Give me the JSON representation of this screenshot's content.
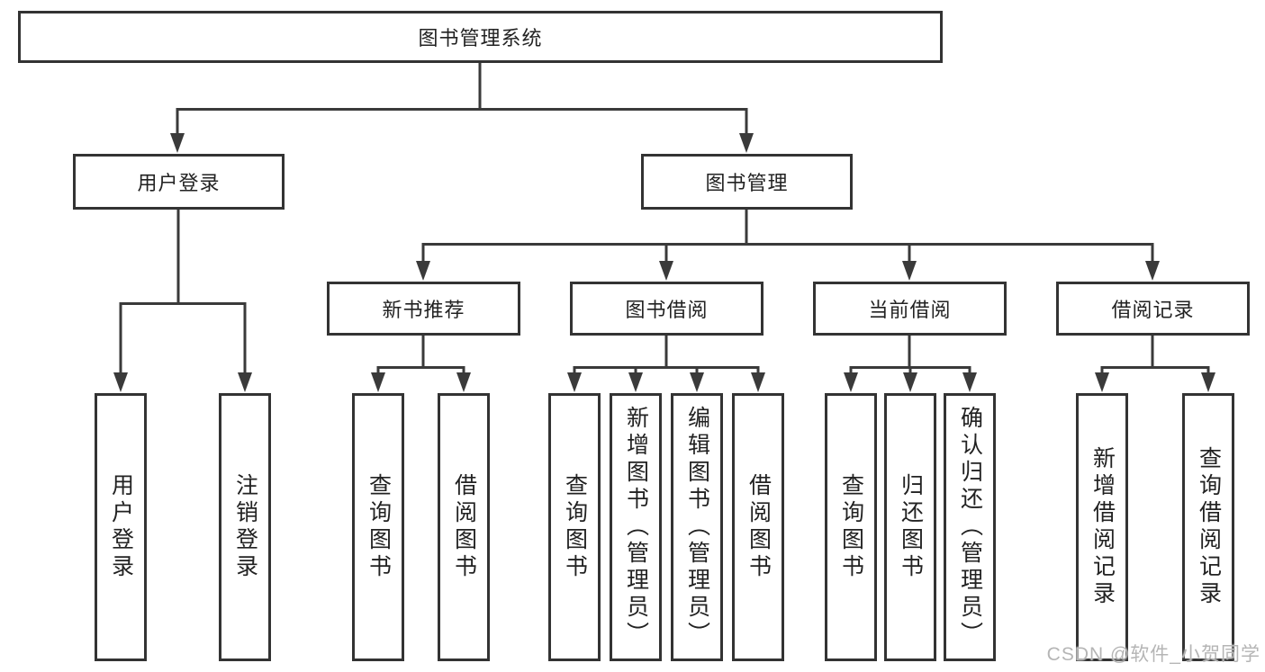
{
  "tree": {
    "root": "图书管理系统",
    "level2": [
      "用户登录",
      "图书管理"
    ],
    "level3": [
      "新书推荐",
      "图书借阅",
      "当前借阅",
      "借阅记录"
    ],
    "leaves_user_login": [
      "用户登录",
      "注销登录"
    ],
    "leaves_new_book": [
      "查询图书",
      "借阅图书"
    ],
    "leaves_book_borrow": [
      "查询图书",
      "新增图书（管理员）",
      "编辑图书（管理员）",
      "借阅图书"
    ],
    "leaves_current_borrow": [
      "查询图书",
      "归还图书",
      "确认归还（管理员）"
    ],
    "leaves_borrow_records": [
      "新增借阅记录",
      "查询借阅记录"
    ]
  },
  "watermark": "CSDN @软件_小贺同学",
  "colors": {
    "line": "#3a3a3a",
    "border": "#333333",
    "text": "#222222",
    "watermark": "#b5b5b5",
    "background": "#ffffff"
  }
}
